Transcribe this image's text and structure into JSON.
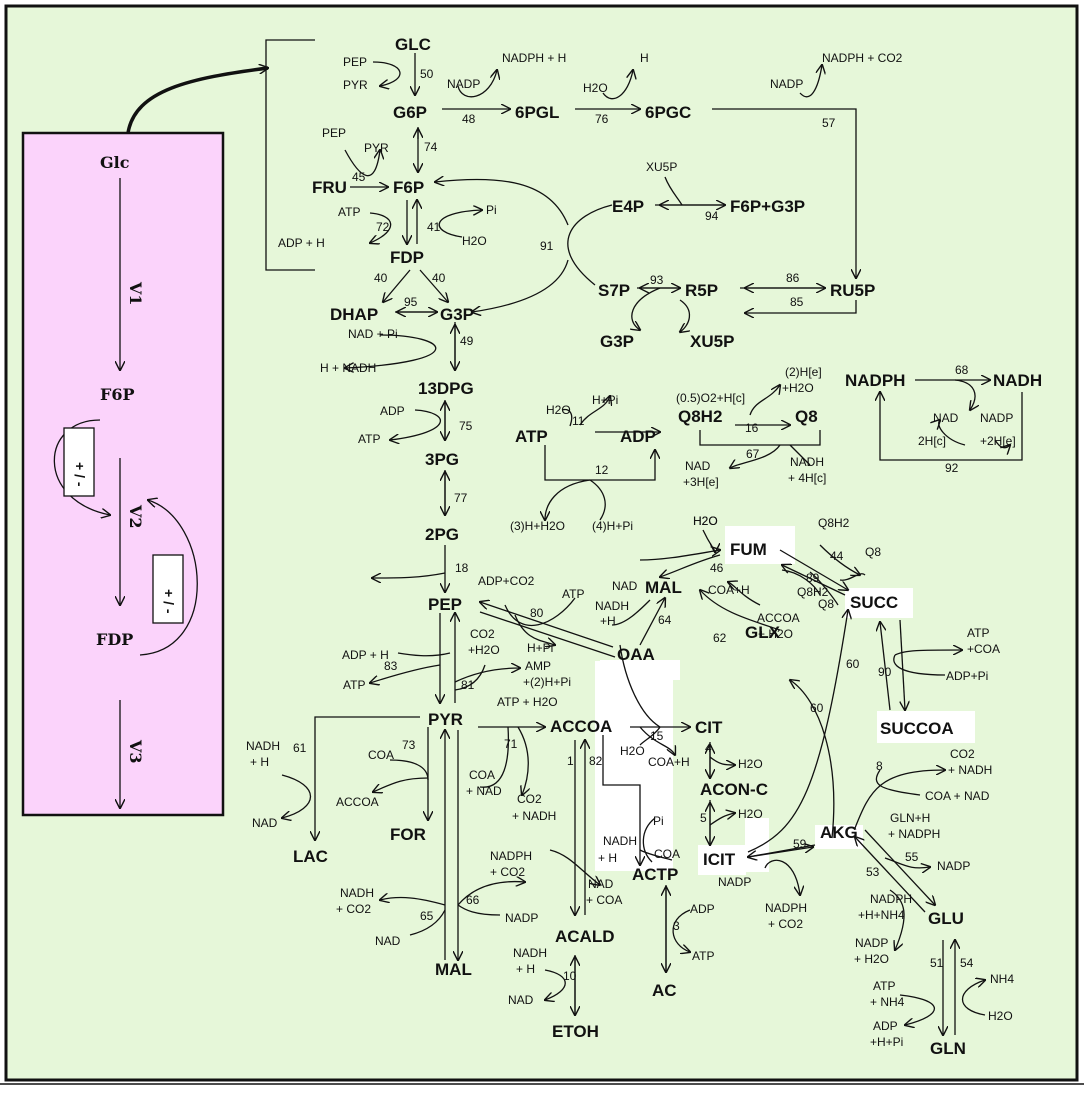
{
  "colors": {
    "background": "#e6f7d9",
    "inset": "#fbd3fb",
    "line": "#111111",
    "highlight": "#ffffff"
  },
  "inset": {
    "glc": "Glc",
    "v1": "V1",
    "f6p": "F6P",
    "v2": "V2",
    "fdp": "FDP",
    "v3": "V3",
    "reg1": "+ / -",
    "reg2": "+ / -"
  },
  "metabolites": {
    "GLC": "GLC",
    "G6P": "G6P",
    "6PGL": "6PGL",
    "6PGC": "6PGC",
    "FRU": "FRU",
    "F6P": "F6P",
    "E4P": "E4P",
    "F6PG3P": "F6P+G3P",
    "FDP": "FDP",
    "DHAP": "DHAP",
    "G3P": "G3P",
    "S7P": "S7P",
    "R5P": "R5P",
    "RU5P": "RU5P",
    "G3P2": "G3P",
    "XU5P": "XU5P",
    "13DPG": "13DPG",
    "3PG": "3PG",
    "2PG": "2PG",
    "PEP": "PEP",
    "PYR": "PYR",
    "ATP": "ATP",
    "ADP": "ADP",
    "Q8H2": "Q8H2",
    "Q8": "Q8",
    "NADPH": "NADPH",
    "NADH": "NADH",
    "FUM": "FUM",
    "MAL": "MAL",
    "SUCC": "SUCC",
    "OAA": "OAA",
    "GLX": "GLX",
    "SUCCOA": "SUCCOA",
    "ACCOA": "ACCOA",
    "CIT": "CIT",
    "ACONC": "ACON-C",
    "ICIT": "ICIT",
    "AKG": "AKG",
    "LAC": "LAC",
    "FOR": "FOR",
    "ACTP": "ACTP",
    "ACALD": "ACALD",
    "ETOH": "ETOH",
    "AC": "AC",
    "MAL2": "MAL",
    "GLU": "GLU",
    "GLN": "GLN"
  },
  "reactions": [
    "50",
    "48",
    "76",
    "57",
    "74",
    "45",
    "72",
    "41",
    "94",
    "91",
    "40",
    "40",
    "95",
    "93",
    "86",
    "85",
    "49",
    "75",
    "77",
    "18",
    "11",
    "12",
    "16",
    "67",
    "68",
    "92",
    "46",
    "44",
    "89",
    "80",
    "64",
    "62",
    "83",
    "81",
    "71",
    "15",
    "4",
    "5",
    "1",
    "82",
    "61",
    "73",
    "60",
    "60",
    "90",
    "8",
    "55",
    "59",
    "53",
    "66",
    "65",
    "3",
    "10",
    "51",
    "54"
  ],
  "cofactors": {
    "c_pep1": "PEP",
    "c_pyr1": "PYR",
    "c_nadp1": "NADP",
    "c_nadph1": "NADPH + H",
    "c_h2o1": "H2O",
    "c_h1": "H",
    "c_nadp2": "NADP",
    "c_nadphco2": "NADPH + CO2",
    "c_pep2": "PEP",
    "c_pyr2": "PYR",
    "c_xu5p": "XU5P",
    "c_atp1": "ATP",
    "c_adph": "ADP + H",
    "c_pi1": "Pi",
    "c_h2o2": "H2O",
    "c_nadpi": "NAD + Pi",
    "c_hnadh": "H + NADH",
    "c_adp1": "ADP",
    "c_atp2": "ATP",
    "c_h2o3": "H2O",
    "c_hpi": "H+Pi",
    "c_3hh2o": "(3)H+H2O",
    "c_4hpi": "(4)H+Pi",
    "c_o2": "(0.5)O2+H[c]",
    "c_2he1": "(2)H[e]",
    "c_2he1b": "+H2O",
    "c_nad3he": "NAD",
    "c_nad3heb": "+3H[e]",
    "c_nadh4hc": "NADH",
    "c_nadh4hcb": "+ 4H[c]",
    "c_nad4": "NAD",
    "c_nadp4": "NADP",
    "c_2hc": "2H[c]",
    "c_2he2": "+2H[e]",
    "c_h2o4": "H2O",
    "c_h2o5": "H2O",
    "c_q8h2a": "Q8H2",
    "c_q8a": "Q8",
    "c_q8h2b": "Q8H2",
    "c_q8b": "Q8",
    "c_adpco2": "ADP+CO2",
    "c_atp3": "ATP",
    "c_co2h2o": "CO2",
    "c_co2h2ob": "+H2O",
    "c_hpi2": "H+Pi",
    "c_nad5": "NAD",
    "c_nadhh5": "NADH",
    "c_nadhh5b": "+H",
    "c_coah": "COA+H",
    "c_accoah2o": "ACCOA",
    "c_accoah2ob": "+ H2O",
    "c_adph2": "ADP + H",
    "c_atp4": "ATP",
    "c_amp": "AMP",
    "c_amp2": "+(2)H+Pi",
    "c_atph2o": "ATP + H2O",
    "c_coanad": "COA",
    "c_coanadb": "+ NAD",
    "c_co2nadh": "CO2",
    "c_co2nadhb": "+ NADH",
    "c_h2o6": "H2O",
    "c_coah2": "COA+H",
    "c_h2o7": "H2O",
    "c_h2o8": "H2O",
    "c_atpcoa": "ATP",
    "c_atpcoab": "+COA",
    "c_adppi": "ADP+Pi",
    "c_co2nadh2": "CO2",
    "c_co2nadh2b": "+ NADH",
    "c_coanad2": "COA + NAD",
    "c_nadhh6": "NADH",
    "c_nadhh6b": "+ H",
    "c_nad6": "NAD",
    "c_coa7": "COA",
    "c_accoa7": "ACCOA",
    "c_nadhh8": "NADH",
    "c_nadhh8b": "+ H",
    "c_nadcoa": "NAD",
    "c_nadcoab": "+ COA",
    "c_pi2": "Pi",
    "c_coa9": "COA",
    "c_glnh": "GLN+H",
    "c_glnhb": "+ NADPH",
    "c_nadp9": "NADP",
    "c_nadp10": "NADP",
    "c_nadphco2b": "NADPH",
    "c_nadphco2bb": "+ CO2",
    "c_nadphnh4": "NADPH",
    "c_nadphnh4b": "+H+NH4",
    "c_nadph2o": "NADP",
    "c_nadph2ob": "+ H2O",
    "c_nadphco2c": "NADPH",
    "c_nadphco2cb": "+ CO2",
    "c_nadp11": "NADP",
    "c_nadhco2": "NADH",
    "c_nadhco2b": "+ CO2",
    "c_nad12": "NAD",
    "c_adp3": "ADP",
    "c_atp5": "ATP",
    "c_nadhh9": "NADH",
    "c_nadhh9b": "+ H",
    "c_nad13": "NAD",
    "c_atpnh4": "ATP",
    "c_atpnh4b": "+ NH4",
    "c_adphpi": "ADP",
    "c_adphpib": "+H+Pi",
    "c_nh4": "NH4",
    "c_h2o9": "H2O"
  }
}
